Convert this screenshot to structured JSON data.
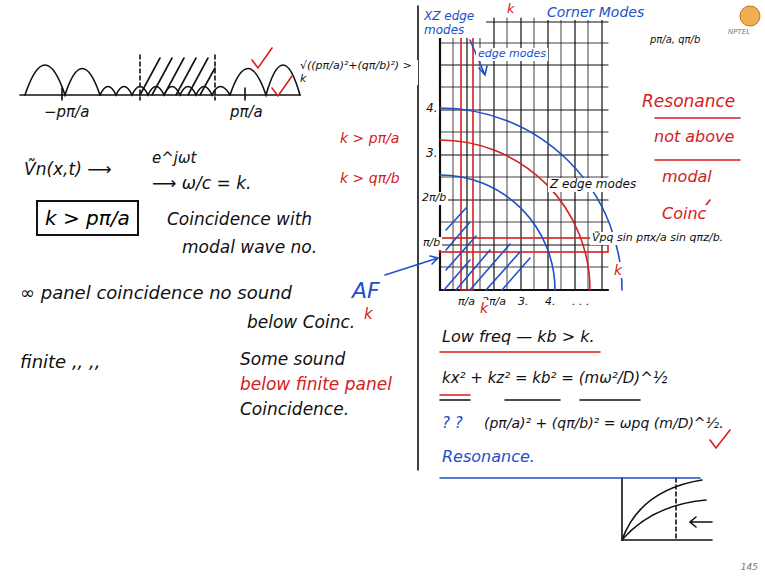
{
  "diagram": {
    "nodes": [
      {
        "text": [
          "k > pπ/a"
        ]
      }
    ],
    "labels": [
      "−pπ/a",
      "pπ/a",
      "Ṽn(x,t) ⟶",
      "e^jωt",
      "⟶ ω/c = k.",
      "Coincidence with",
      "modal wave no.",
      "∞ panel coincidence no sound",
      "below Coinc.",
      "finite  ,,  ,,",
      "Some sound",
      "below finite panel",
      "Coincidence.",
      "XZ edge modes",
      "edge modes",
      "Corner Modes",
      "pπ/a, qπ/b",
      "√((pπ/a)²+(qπ/b)²) > k",
      "k > pπ/a",
      "k > qπ/b",
      "AF",
      "k",
      "4.",
      "3.",
      "2π/b",
      "π/b",
      "π/a",
      "2π/a",
      "3.",
      "4.",
      ". . .",
      "k",
      "Z edge modes",
      "k",
      "k",
      "Resonance",
      "not above",
      "modal",
      "Coinc",
      "Ṽpq sin pπx/a sin qπz/b.",
      "Low freq — kb > k.",
      "kx² + kz² = kb² = (mω²/D)^½",
      "? ?",
      "(pπ/a)² + (qπ/b)² = ωpq (m/D)^½.",
      "Resonance.",
      "145",
      "NPTEL"
    ]
  }
}
